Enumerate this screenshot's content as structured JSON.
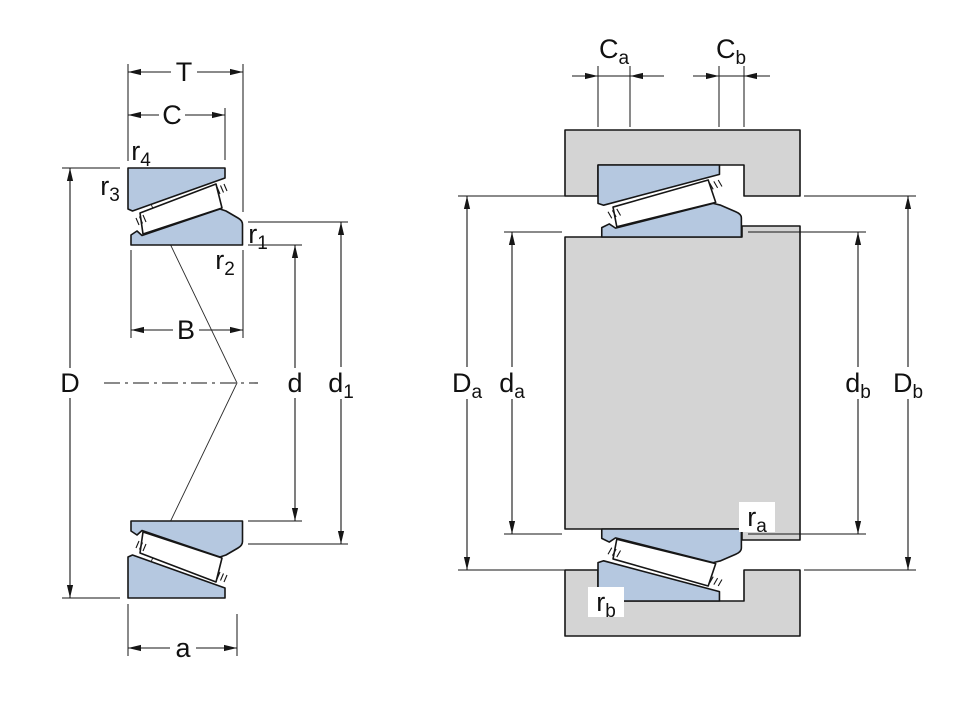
{
  "colors": {
    "ring_fill": "#b5c8e0",
    "metal_fill": "#d4d4d4",
    "line": "#161616",
    "background": "#ffffff"
  },
  "left_view": {
    "dim_labels": {
      "T": {
        "main": "T",
        "sub": ""
      },
      "C": {
        "main": "C",
        "sub": ""
      },
      "r4": {
        "main": "r",
        "sub": "4"
      },
      "r3": {
        "main": "r",
        "sub": "3"
      },
      "r1": {
        "main": "r",
        "sub": "1"
      },
      "r2": {
        "main": "r",
        "sub": "2"
      },
      "B": {
        "main": "B",
        "sub": ""
      },
      "D": {
        "main": "D",
        "sub": ""
      },
      "d": {
        "main": "d",
        "sub": ""
      },
      "d1": {
        "main": "d",
        "sub": "1"
      },
      "a": {
        "main": "a",
        "sub": ""
      }
    }
  },
  "right_view": {
    "dim_labels": {
      "Ca": {
        "main": "C",
        "sub": "a"
      },
      "Cb": {
        "main": "C",
        "sub": "b"
      },
      "Da": {
        "main": "D",
        "sub": "a"
      },
      "da": {
        "main": "d",
        "sub": "a"
      },
      "db": {
        "main": "d",
        "sub": "b"
      },
      "Db": {
        "main": "D",
        "sub": "b"
      },
      "ra": {
        "main": "r",
        "sub": "a"
      },
      "rb": {
        "main": "r",
        "sub": "b"
      }
    }
  }
}
